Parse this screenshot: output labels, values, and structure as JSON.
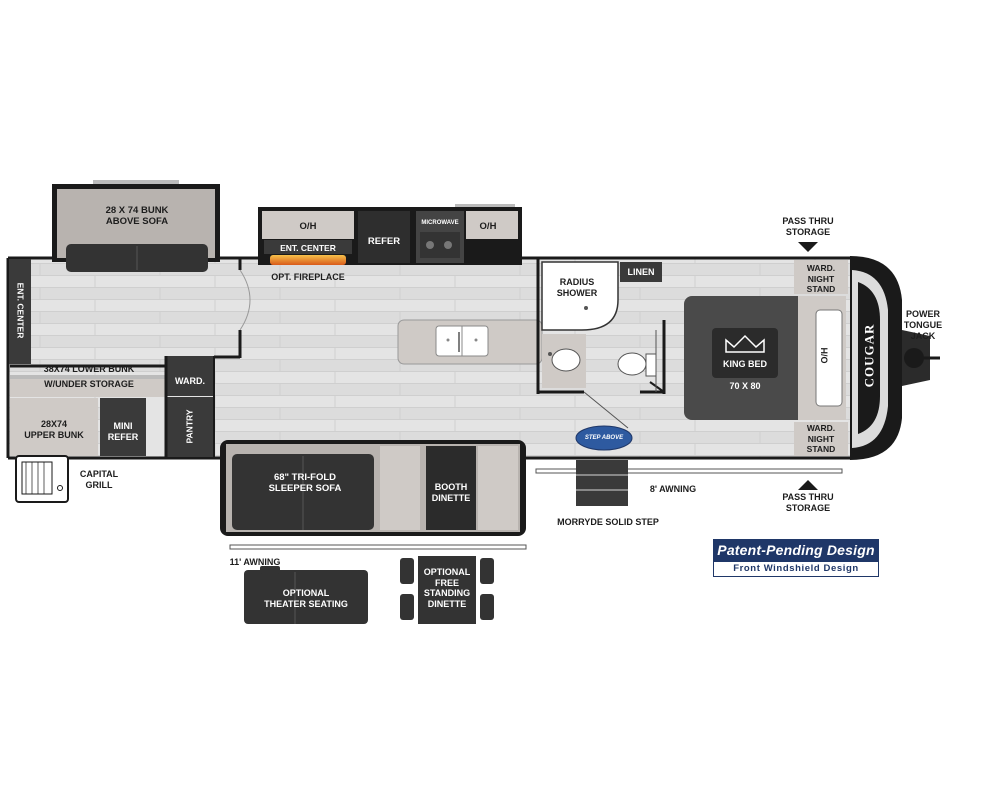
{
  "labels": {
    "bunk_above_sofa": [
      "28 x 74 Bunk",
      "Above Sofa"
    ],
    "oh_left": "O/H",
    "ent_center_top": "Ent. Center",
    "refer": "Refer",
    "microwave": "Microwave",
    "oh_right": "O/H",
    "opt_fireplace": "Opt. Fireplace",
    "ent_center_side": "Ent. Center",
    "lower_bunk": [
      "38x74 Lower Bunk",
      "W/Under Storage"
    ],
    "ward_left": "Ward.",
    "upper_bunk": [
      "28x74",
      "Upper Bunk"
    ],
    "mini_refer": [
      "Mini",
      "Refer"
    ],
    "pantry": "Pantry",
    "capital_grill": [
      "Capital",
      "Grill"
    ],
    "radius_shower": [
      "Radius",
      "Shower"
    ],
    "linen": "Linen",
    "ward_night_stand_top": [
      "Ward.",
      "Night",
      "Stand"
    ],
    "ward_night_stand_bottom": [
      "Ward.",
      "Night",
      "Stand"
    ],
    "king_bed": "King Bed",
    "king_bed_size": "70 x 80",
    "oh_bed": "O/H",
    "pass_thru_storage_top": [
      "Pass Thru",
      "Storage"
    ],
    "pass_thru_storage_bottom": [
      "Pass Thru",
      "Storage"
    ],
    "power_tongue_jack": [
      "Power",
      "Tongue",
      "Jack"
    ],
    "brand_logo": "Cougar",
    "sleeper_sofa": [
      "68\" Tri-Fold",
      "Sleeper Sofa"
    ],
    "booth_dinette": [
      "Booth",
      "Dinette"
    ],
    "awning_8": "8' Awning",
    "morryde_step": "MORryde Solid Step",
    "step_above_logo": "Step Above",
    "awning_11": "11' Awning",
    "optional_theater": [
      "Optional",
      "Theater Seating"
    ],
    "optional_dinette": [
      "Optional",
      "Free",
      "Standing",
      "Dinette"
    ]
  },
  "badge": {
    "title": "Patent-Pending Design",
    "subtitle": "Front Windshield Design"
  },
  "colors": {
    "wall": "#1a1a1a",
    "floor": "#e3e3e3",
    "cabinet": "#cfcac6",
    "dark_furniture": "#3a3a3a",
    "bed": "#4a4a4a",
    "badge_blue": "#1f3768"
  }
}
